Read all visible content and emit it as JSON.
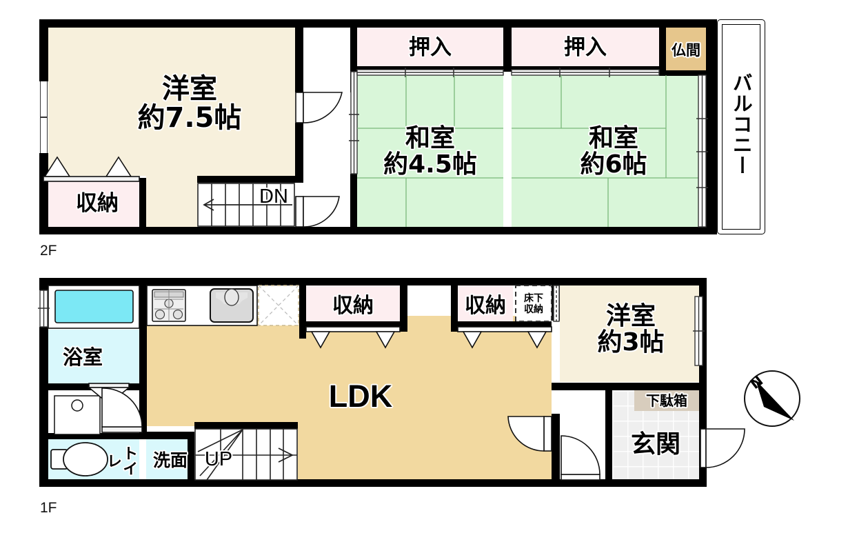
{
  "document": {
    "type": "residential-floor-plan",
    "language": "ja",
    "floors": [
      "2F",
      "1F"
    ]
  },
  "floor_labels": {
    "second": "2F",
    "first": "1F"
  },
  "compass": {
    "label": "N",
    "name": "north-arrow"
  },
  "second_floor": {
    "rooms": [
      {
        "id": "western-room-7-5",
        "name": "洋室",
        "size": "約7.5帖",
        "fill": "#f7f0dc"
      },
      {
        "id": "closet-2f",
        "name": "収納",
        "fill": "#fdeef0"
      },
      {
        "id": "oshiire-left",
        "name": "押入",
        "fill": "#fdeef0"
      },
      {
        "id": "oshiire-right",
        "name": "押入",
        "fill": "#fdeef0"
      },
      {
        "id": "butsuma",
        "name": "仏間",
        "fill": "#e6c68c"
      },
      {
        "id": "japanese-room-4-5",
        "name": "和室",
        "size": "約4.5帖",
        "fill": "#d9f6d9"
      },
      {
        "id": "japanese-room-6",
        "name": "和室",
        "size": "約6帖",
        "fill": "#d9f6d9"
      },
      {
        "id": "balcony",
        "name": "バルコニー",
        "fill": "#ffffff"
      }
    ],
    "stairs": {
      "direction_label": "DN"
    }
  },
  "first_floor": {
    "rooms": [
      {
        "id": "bathroom",
        "name": "浴室",
        "fill": "#d9f8fc"
      },
      {
        "id": "toilet",
        "name": "トイレ",
        "fill": "#d9f8fc"
      },
      {
        "id": "washbasin",
        "name": "洗面",
        "fill": "#d9f8fc"
      },
      {
        "id": "ldk",
        "name": "LDK",
        "fill": "#f2d9a0"
      },
      {
        "id": "closet-left",
        "name": "収納",
        "fill": "#fdeef0"
      },
      {
        "id": "closet-right",
        "name": "収納",
        "fill": "#fdeef0"
      },
      {
        "id": "underfloor-storage",
        "name": "床下\n収納"
      },
      {
        "id": "western-room-3",
        "name": "洋室",
        "size": "約3帖",
        "fill": "#f7f0dc"
      },
      {
        "id": "entrance",
        "name": "玄関",
        "fill": "#efefef"
      },
      {
        "id": "shoe-cabinet",
        "name": "下駄箱",
        "fill": "#d8cdbd"
      }
    ],
    "stairs": {
      "direction_label": "UP"
    },
    "fixtures": [
      "bathtub",
      "gas-stove",
      "kitchen-sink",
      "refrigerator-space",
      "toilet-bowl",
      "washbasin-counter"
    ]
  },
  "colors": {
    "wall": "#000000",
    "wood_floor": "#f7f0dc",
    "tatami": "#d9f6d9",
    "closet": "#fdeef0",
    "ldk_floor": "#f2d9a0",
    "water_area": "#d9f8fc",
    "butsuma": "#e6c68c",
    "shoe_cabinet": "#d8cdbd",
    "entrance_tile": "#efefef",
    "bathtub": "#7ce8f5"
  }
}
